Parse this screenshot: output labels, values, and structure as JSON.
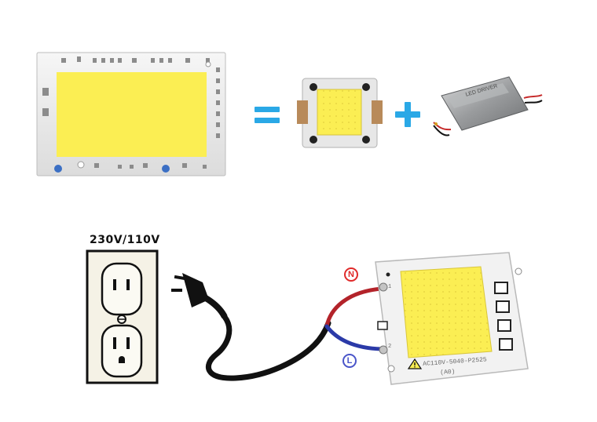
{
  "outlet": {
    "voltage_label": "230V/110V"
  },
  "chip": {
    "model_text": "AC110V-5040-P2525",
    "sub_text": "(A0)",
    "n_label": "N",
    "l_label": "L",
    "pad1_label": "1",
    "pad2_label": "2"
  },
  "driver": {
    "bezel_text": "LED DRIVER"
  },
  "colors": {
    "led_yellow": "#fbee53",
    "plus_equals_blue": "#2aa8e6",
    "wire_red": "#b3232a",
    "wire_blue": "#2b3aa8",
    "cord_black": "#111111",
    "n_marker": "#e02a2a",
    "l_marker": "#4a55c9",
    "board_white": "#f2f2f2"
  },
  "icons": [
    "equals-sign-icon",
    "plus-sign-icon",
    "warning-triangle-icon",
    "power-plug-icon"
  ]
}
